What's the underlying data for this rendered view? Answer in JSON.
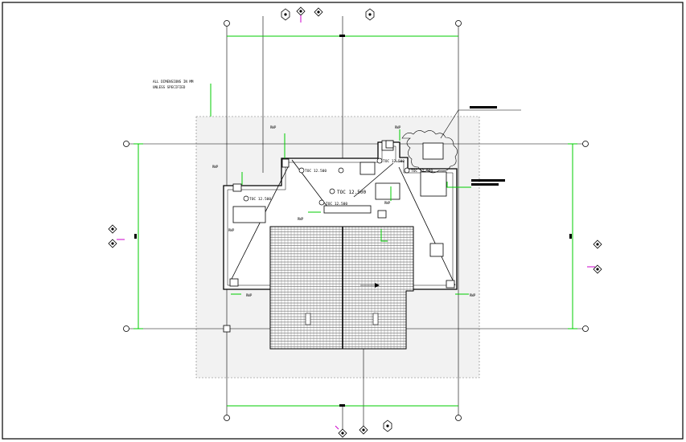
{
  "drawing": {
    "colors": {
      "background": "#ffffff",
      "linework": "#000000",
      "dimension": "#00cc00",
      "accent": "#cc00cc",
      "site": "#f2f2f2",
      "hatch": "#444444"
    },
    "notes": {
      "general_note_line1": "ALL DIMENSIONS IN MM",
      "general_note_line2": "UNLESS SPECIFIED",
      "callout_right_top": "",
      "callout_right_mid": ""
    },
    "levels": {
      "toc_1": "TOC 12.500",
      "toc_2": "TOC 12.500",
      "toc_3": "TOC 12.500",
      "toc_4": "TOC 12.500",
      "toc_5": "TOC 12.500",
      "toc_6": "TOC 12.500"
    },
    "labels": {
      "rwp_1": "RWP",
      "rwp_2": "RWP",
      "rwp_3": "RWP",
      "rwp_4": "RWP",
      "rwp_5": "RWP",
      "rwp_6": "RWP",
      "rwp_7": "RWP",
      "rwp_8": "RWP"
    },
    "dimension_marks": {
      "top": "",
      "bottom": "",
      "left": "",
      "right": ""
    }
  }
}
